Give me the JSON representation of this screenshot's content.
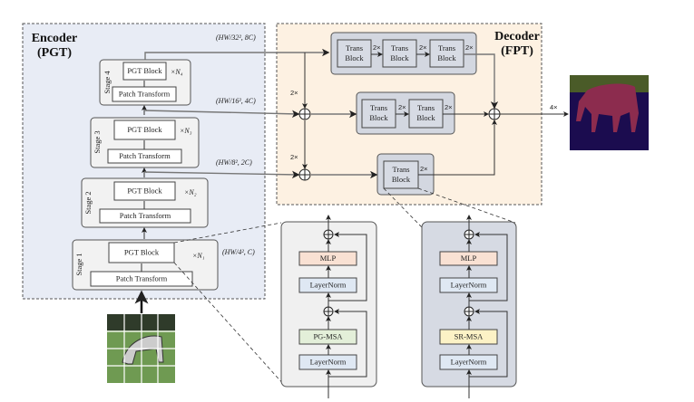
{
  "encoder": {
    "title": "Encoder",
    "subtitle": "(PGT)",
    "stages": [
      {
        "label": "Stage 1",
        "block": "PGT Block",
        "transform": "Patch Transform",
        "repeat": "×N₁",
        "shape": "(HW/4², C)"
      },
      {
        "label": "Stage 2",
        "block": "PGT Block",
        "transform": "Patch Transform",
        "repeat": "×N₂",
        "shape": ""
      },
      {
        "label": "Stage 3",
        "block": "PGT Block",
        "transform": "Patch Transform",
        "repeat": "×N₃",
        "shape": "(HW/8², 2C)"
      },
      {
        "label": "Stage 4",
        "block": "PGT Block",
        "transform": "Patch Transform",
        "repeat": "×N₄",
        "shape": "(HW/16², 4C)"
      }
    ],
    "top_shape": "(HW/32², 8C)"
  },
  "decoder": {
    "title": "Decoder",
    "subtitle": "(FPT)",
    "block_line1": "Trans",
    "block_line2": "Block",
    "upsample": "2×",
    "output_upsample": "4×"
  },
  "pgt_block_detail": {
    "items": [
      "MLP",
      "LayerNorm",
      "PG-MSA",
      "LayerNorm"
    ]
  },
  "trans_block_detail": {
    "items": [
      "MLP",
      "LayerNorm",
      "SR-MSA",
      "LayerNorm"
    ]
  },
  "colors": {
    "encoder_bg": "#e8ecf5",
    "decoder_bg": "#fdf1e2",
    "mlp": "#f9e1d3",
    "layernorm": "#dfe8f3",
    "pg_msa": "#e3efd9",
    "sr_msa": "#fcf2c6",
    "seg_bg": "#1b0c4f",
    "seg_sky": "#4a5b28",
    "seg_zebra": "#8c2c4e"
  }
}
